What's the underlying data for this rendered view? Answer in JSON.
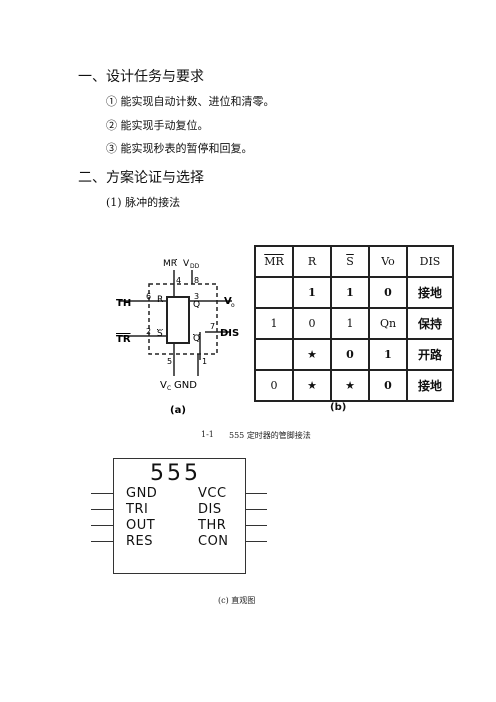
{
  "section1": {
    "number": "一、",
    "title": "设计任务与要求"
  },
  "requirements": [
    "① 能实现自动计数、进位和清零。",
    "② 能实现手动复位。",
    "③ 能实现秒表的暂停和回复。"
  ],
  "section2": {
    "number": "二、",
    "title": "方案论证与选择"
  },
  "subsection": "(1) 脉冲的接法",
  "figure_a": {
    "top_labels": [
      "MR",
      "V",
      "DD"
    ],
    "pins_top": [
      "4",
      "8"
    ],
    "pins_left": [
      "6",
      "2"
    ],
    "pins_right": [
      "3",
      "7"
    ],
    "pins_bottom": [
      "5",
      "1"
    ],
    "inner": [
      "R",
      "S",
      "Q",
      "Q"
    ],
    "signals_left": [
      "TH",
      "TR"
    ],
    "signals_right": [
      "V",
      "o",
      "DIS"
    ],
    "bottom_labels": [
      "V",
      "C",
      "GND"
    ],
    "label": "(a)"
  },
  "figure_b": {
    "headers": [
      "MR",
      "R",
      "S",
      "Vo",
      "DIS"
    ],
    "rows": [
      [
        "",
        "1",
        "1",
        "0",
        "接地"
      ],
      [
        "1",
        "0",
        "1",
        "Qn",
        "保持"
      ],
      [
        "",
        "★",
        "0",
        "1",
        "开路"
      ],
      [
        "0",
        "★",
        "★",
        "0",
        "接地"
      ]
    ],
    "label": "(b)"
  },
  "figure_caption": {
    "number": "1-1",
    "text": "555 定时器的管脚接法"
  },
  "chip": {
    "title": "555",
    "left_pins": [
      "GND",
      "TRI",
      "OUT",
      "RES"
    ],
    "right_pins": [
      "VCC",
      "DIS",
      "THR",
      "CON"
    ]
  },
  "chip_caption": "(c) 直观图"
}
